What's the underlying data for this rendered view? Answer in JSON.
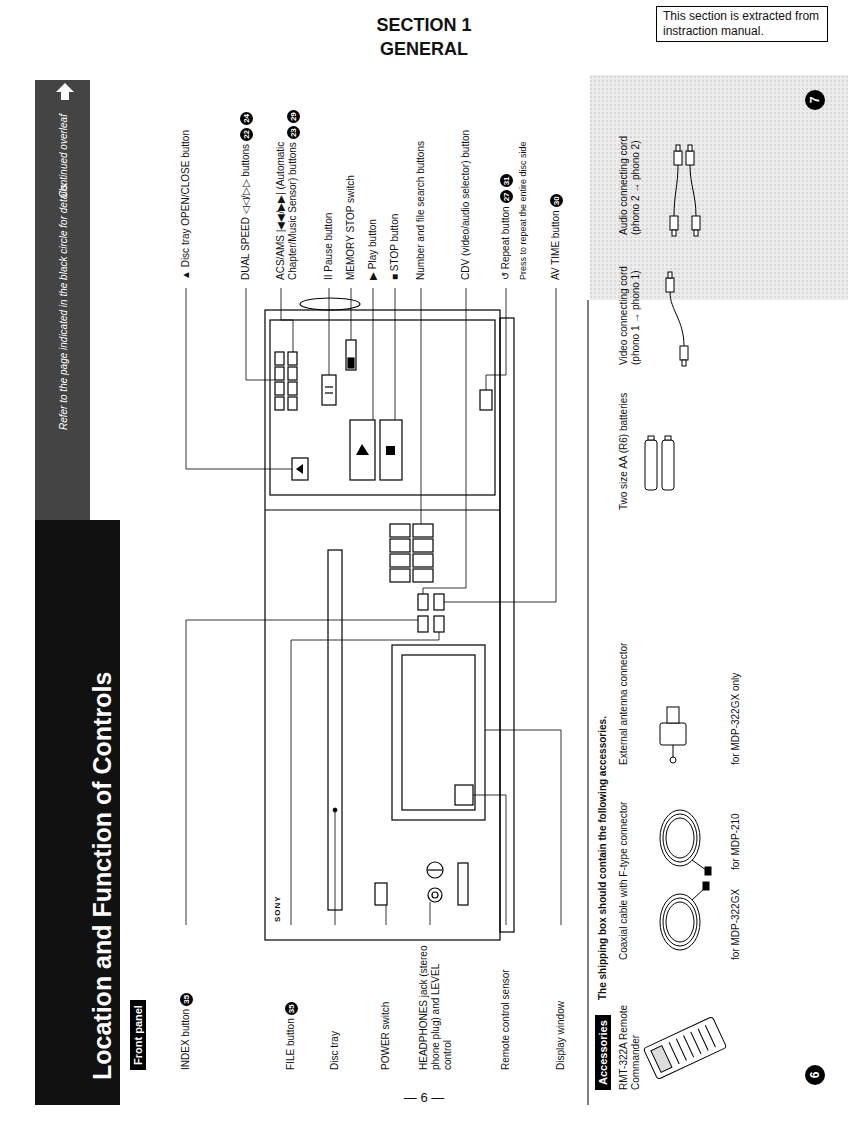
{
  "diagram": {
    "title": "Location and Function of Controls",
    "nodes": [
      {
        "text": [
          "This section is extracted from instraction manual."
        ]
      },
      {
        "text": [
          "Front panel"
        ]
      },
      {
        "text": [
          "Accessories"
        ]
      }
    ],
    "labels": [
      "SECTION 1",
      "GENERAL",
      "Refer to the page indicated in the black circle for details.",
      "Continued overleaf",
      "INDEX button",
      "35",
      "FILE button",
      "35",
      "Disc tray",
      "POWER switch",
      "HEADPHONES jack (stereo phone plug) and LEVEL control",
      "Remote control sensor",
      "Display window",
      "▲ Disc tray OPEN/CLOSE button",
      "DUAL SPEED ◁◁/▷▷ buttons",
      "22",
      "24",
      "ACS/AMS |◀◀/▶▶| (Automatic Chapter/Music Sensor) buttons",
      "23",
      "29",
      "II Pause button",
      "MEMORY STOP switch",
      "▶ Play button",
      "■ STOP button",
      "Number and file search buttons",
      "CDV (video/audio selector) button",
      "↺ Repeat button",
      "27",
      "31",
      "Press to repeat the entire disc side",
      "AV TIME button",
      "30",
      "The shipping box should contain the following accessories.",
      "RMT-322A Remote Commander",
      "Coaxial cable with F-type connector",
      "for MDP-322GX",
      "for MDP-210",
      "External antenna connector",
      "for MDP-322GX only",
      "Two size AA (R6) batteries",
      "Video connecting cord (phono 1 → phono 1)",
      "Audio connecting cord (phono 2 → phono 2)",
      "6",
      "7",
      "— 6 —",
      "SONY"
    ]
  }
}
